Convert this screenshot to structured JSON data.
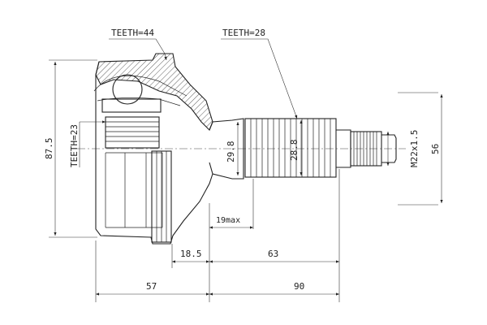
{
  "labels": {
    "teeth_44": "TEETH=44",
    "teeth_28": "TEETH=28",
    "teeth_23": "TEETH=23",
    "d_87_5": "87.5",
    "d_29_8": "29.8",
    "d_28_8": "28.8",
    "d_m22": "M22x1.5",
    "d_56": "56",
    "d_19max": "19max",
    "d_18_5": "18.5",
    "d_63": "63",
    "d_57": "57",
    "d_90": "90"
  }
}
